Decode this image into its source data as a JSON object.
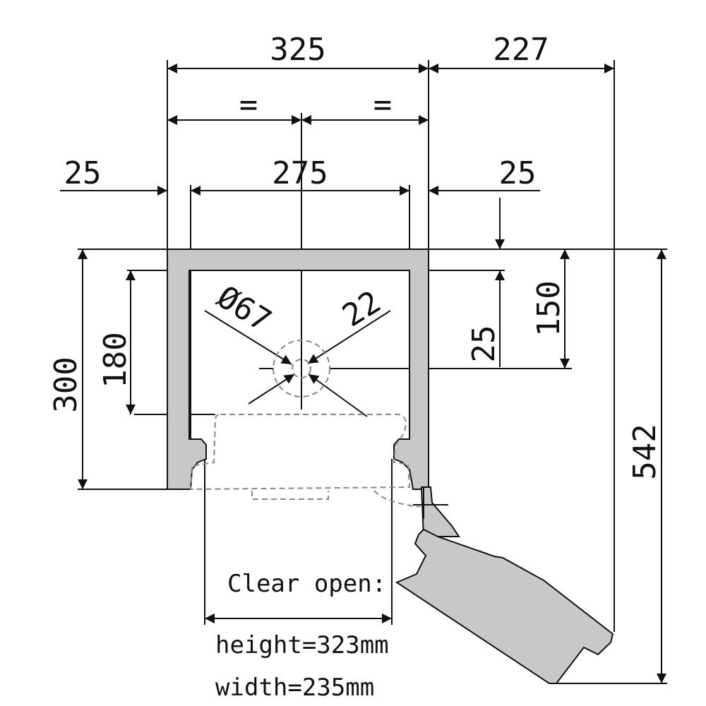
{
  "dimensions": {
    "overall_width": "325",
    "side_clearance": "227",
    "equal_left": "=",
    "equal_right": "=",
    "wall_left": "25",
    "inner_width": "275",
    "wall_right": "25",
    "wall_top": "25",
    "center_from_top": "150",
    "overall_depth": "300",
    "inner_depth": "180",
    "hole_diameter": "Ø67",
    "hole_inner": "22",
    "total_depth_open": "542"
  },
  "notes": {
    "clear_opening": "Clear open:",
    "height": "height=323mm",
    "width": "width=235mm"
  },
  "colors": {
    "wall_fill": "#c8c8c8",
    "line": "#111111",
    "hidden": "#888888"
  }
}
